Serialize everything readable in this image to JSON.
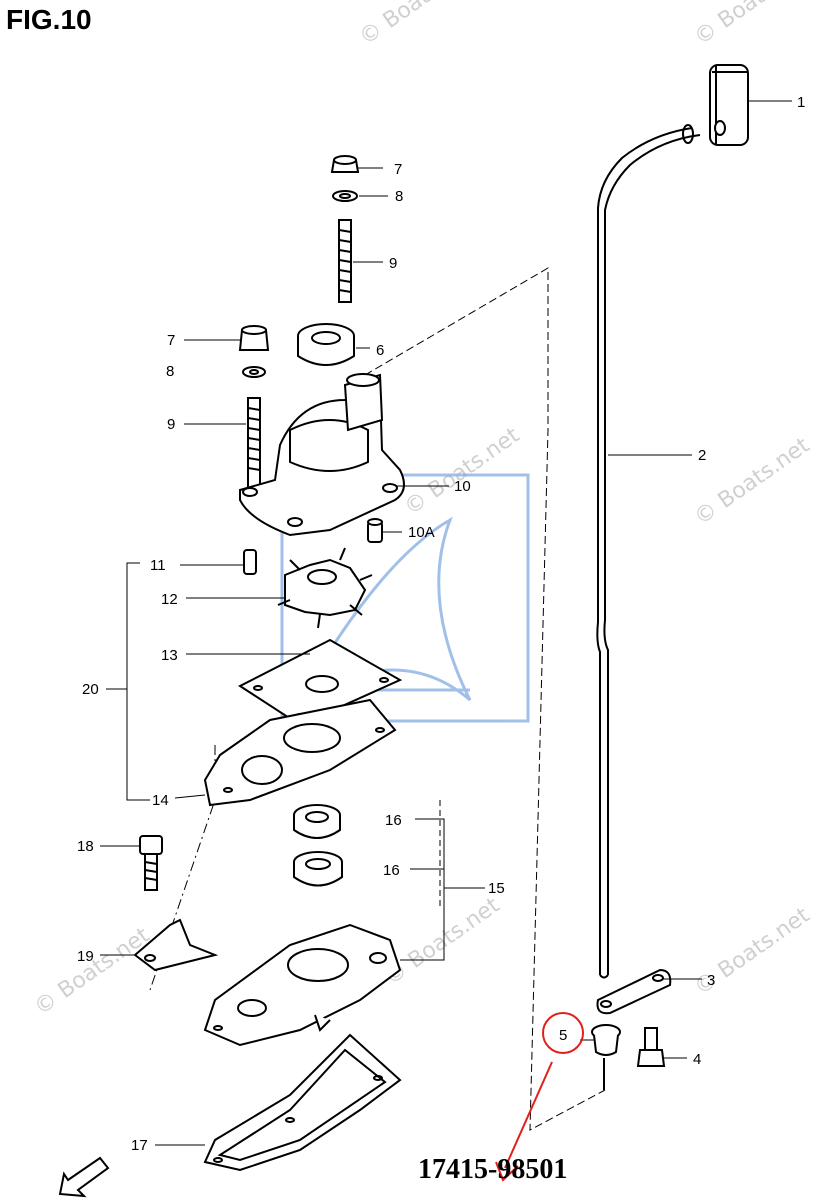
{
  "title": "FIG.10",
  "part_number": "17415-98501",
  "watermark_text": "© Boats.net",
  "callouts": {
    "c1": "1",
    "c2": "2",
    "c3": "3",
    "c4": "4",
    "c5": "5",
    "c6": "6",
    "c7a": "7",
    "c7b": "7",
    "c8a": "8",
    "c8b": "8",
    "c9a": "9",
    "c9b": "9",
    "c10": "10",
    "c10A": "10A",
    "c11": "11",
    "c12": "12",
    "c13": "13",
    "c14": "14",
    "c15": "15",
    "c16a": "16",
    "c16b": "16",
    "c17": "17",
    "c18": "18",
    "c19": "19",
    "c20": "20"
  },
  "colors": {
    "highlight": "#e0201c",
    "watermark_logo": "#7aa6e0",
    "line": "#000000"
  }
}
